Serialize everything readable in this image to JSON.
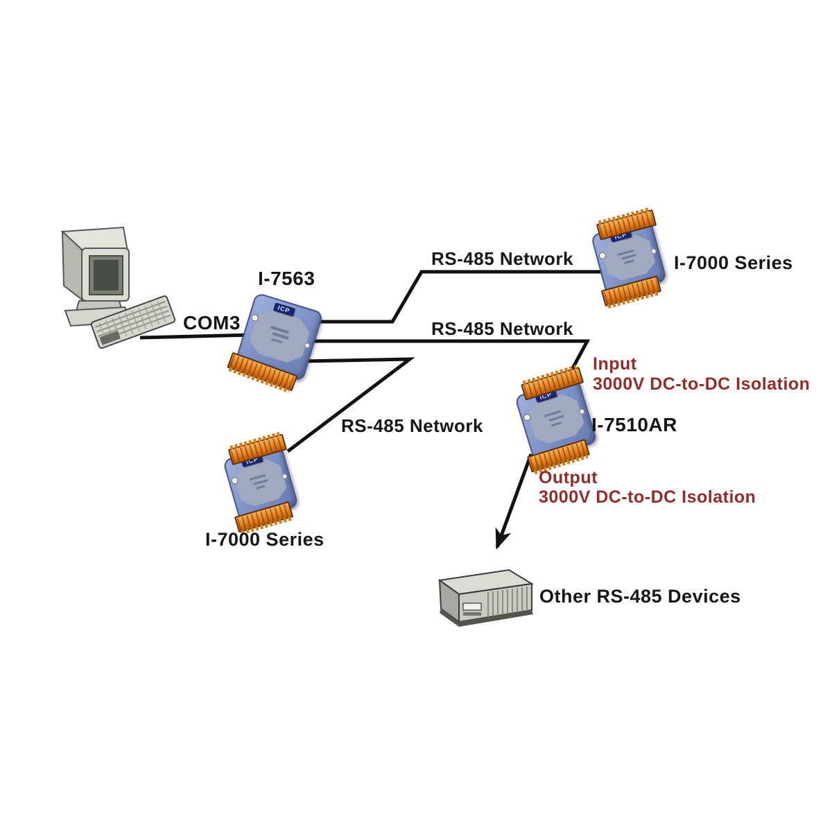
{
  "diagram": {
    "computer": {
      "port_label": "COM3"
    },
    "converter": {
      "name": "I-7563"
    },
    "links": {
      "top": "RS-485 Network",
      "middle": "RS-485 Network",
      "lower": "RS-485 Network"
    },
    "module_top_right": {
      "name": "I-7000 Series"
    },
    "repeater": {
      "name": "I-7510AR",
      "input_label": "Input",
      "input_detail": "3000V DC-to-DC Isolation",
      "output_label": "Output",
      "output_detail": "3000V DC-to-DC Isolation"
    },
    "module_bottom_left": {
      "name": "I-7000 Series"
    },
    "other_devices": {
      "name": "Other RS-485 Devices"
    },
    "module_logo": "ICP",
    "colors": {
      "line": "#111111",
      "label_text": "#161616",
      "annotation_red": "#952a28",
      "module_blue": "#8094c8",
      "module_plate": "#9fa9bf",
      "logo_navy": "#172470",
      "connector_orange": "#e8821e"
    }
  }
}
